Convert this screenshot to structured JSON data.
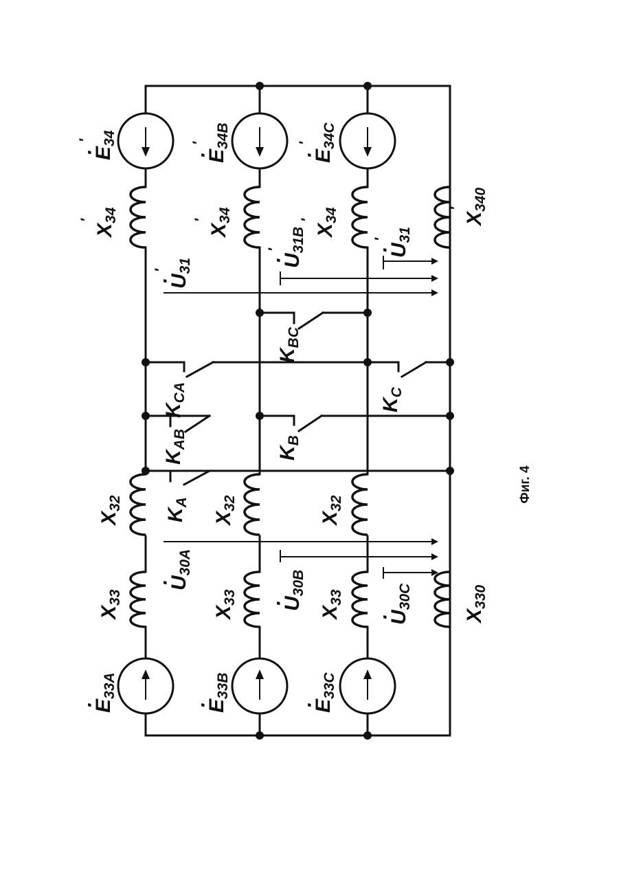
{
  "figure_caption": "Фиг. 4",
  "sources": {
    "e33a": {
      "main": "E",
      "sub": "33A"
    },
    "e33b": {
      "main": "E",
      "sub": "33B"
    },
    "e33c": {
      "main": "E",
      "sub": "33C"
    },
    "e34": {
      "main": "E",
      "sub": "34"
    },
    "e34b": {
      "main": "E",
      "sub": "34B"
    },
    "e34c": {
      "main": "E",
      "sub": "34C"
    }
  },
  "reactances": {
    "x33": {
      "main": "X",
      "sub": "33"
    },
    "x32": {
      "main": "X",
      "sub": "32"
    },
    "x330": {
      "main": "X",
      "sub": "330"
    },
    "x34": {
      "main": "X",
      "sub": "34"
    },
    "x340": {
      "main": "X",
      "sub": "340"
    }
  },
  "voltages": {
    "u30a": {
      "main": "U",
      "sub": "30A"
    },
    "u30b": {
      "main": "U",
      "sub": "30B"
    },
    "u30c": {
      "main": "U",
      "sub": "30C"
    },
    "u31": {
      "main": "U",
      "sub": "31"
    },
    "u31b": {
      "main": "U",
      "sub": "31B"
    }
  },
  "switches": {
    "ka": {
      "main": "K",
      "sub": "A"
    },
    "kb": {
      "main": "K",
      "sub": "B"
    },
    "kc": {
      "main": "K",
      "sub": "C"
    },
    "kab": {
      "main": "K",
      "sub": "AB"
    },
    "kca": {
      "main": "K",
      "sub": "CA"
    },
    "kbc": {
      "main": "K",
      "sub": "BC"
    }
  },
  "prime_mark": "′",
  "dot_mark": "·"
}
